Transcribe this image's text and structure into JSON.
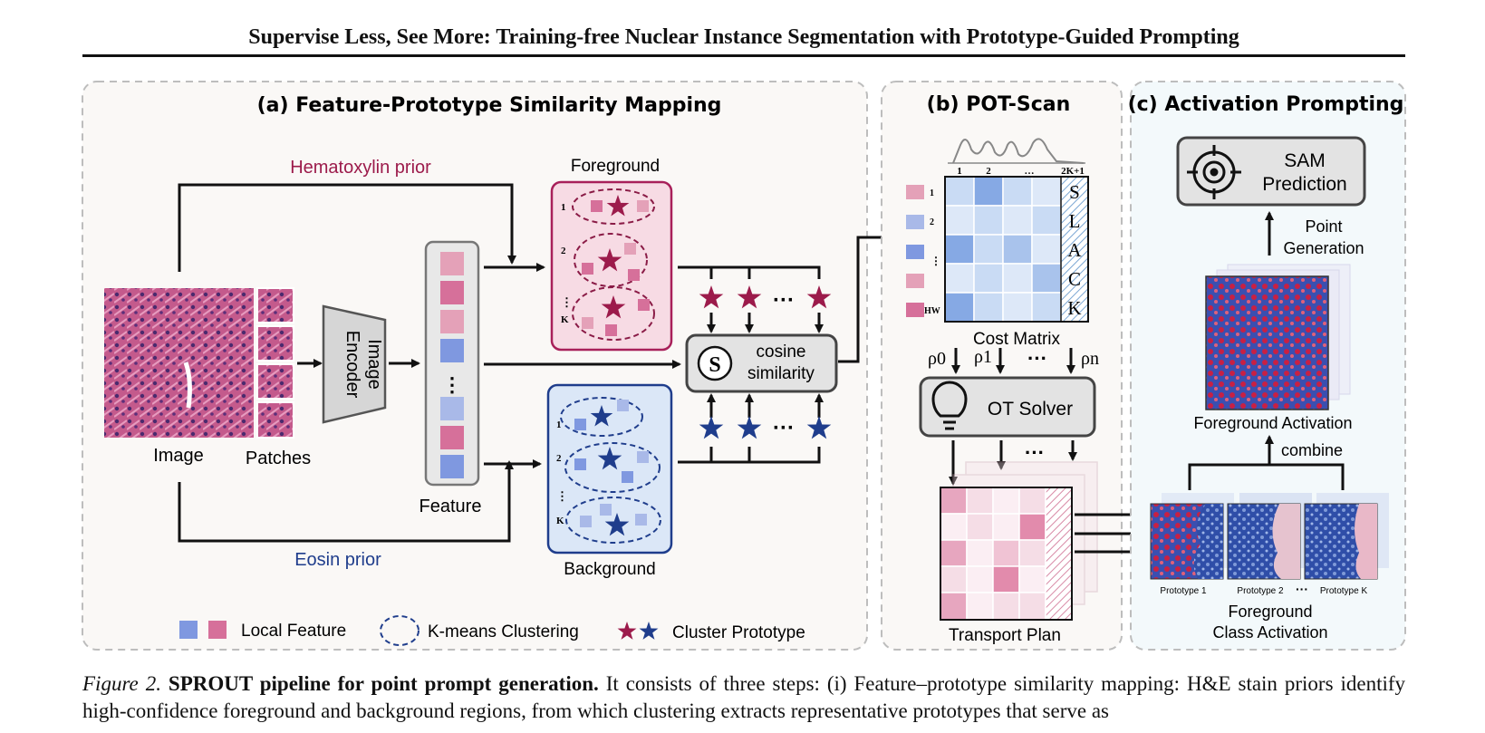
{
  "header": {
    "title": "Supervise Less, See More: Training-free Nuclear Instance Segmentation with Prototype-Guided Prompting"
  },
  "panels": {
    "a": {
      "title": "(a) Feature-Prototype Similarity Mapping",
      "hematoxylin_prior": "Hematoxylin prior",
      "eosin_prior": "Eosin prior",
      "image_label": "Image",
      "patches_label": "Patches",
      "encoder_line1": "Image",
      "encoder_line2": "Encoder",
      "feature_label": "Feature",
      "foreground_label": "Foreground",
      "background_label": "Background",
      "cluster_indices": [
        "1",
        "2",
        "K"
      ],
      "cosine_line1": "cosine",
      "cosine_line2": "similarity",
      "cosine_symbol": "S",
      "ellipsis": "···",
      "legend": {
        "local_feature": "Local Feature",
        "kmeans": "K-means Clustering",
        "prototype": "Cluster Prototype"
      }
    },
    "b": {
      "title": "(b) POT-Scan",
      "col_labels": [
        "1",
        "2",
        "…",
        "2K+1"
      ],
      "row_labels": [
        "1",
        "2",
        "⋮",
        "",
        "HW"
      ],
      "slack_letters": [
        "S",
        "L",
        "A",
        "C",
        "K"
      ],
      "cost_matrix_label": "Cost Matrix",
      "rho_labels": [
        "ρ0",
        "ρ1",
        "ρn"
      ],
      "solver_label": "OT Solver",
      "transport_plan_label": "Transport Plan"
    },
    "c": {
      "title": "(c) Activation Prompting",
      "sam_line1": "SAM",
      "sam_line2": "Prediction",
      "point_line1": "Point",
      "point_line2": "Generation",
      "fg_activation_label": "Foreground Activation",
      "combine_label": "combine",
      "prototype_labels": [
        "Prototype 1",
        "Prototype 2",
        "Prototype K"
      ],
      "class_activation_line1": "Foreground",
      "class_activation_line2": "Class Activation"
    }
  },
  "caption": {
    "label": "Figure 2.",
    "bold": "SPROUT pipeline for point prompt generation.",
    "text1": "It consists of three steps: (i) Feature–prototype similarity mapping: H&E stain priors identify high-confidence foreground and background regions, from which clustering extracts representative prototypes that serve as"
  },
  "colors": {
    "pink_fill": "#f7dbe4",
    "pink_border": "#a8205a",
    "blue_fill": "#dbe7f7",
    "blue_border": "#1f3d8c",
    "star_red": "#9c1b4b",
    "star_blue": "#1f3d8c",
    "panel_bg_a": "#faf8f6",
    "panel_bg_c": "#f3f9fb"
  }
}
